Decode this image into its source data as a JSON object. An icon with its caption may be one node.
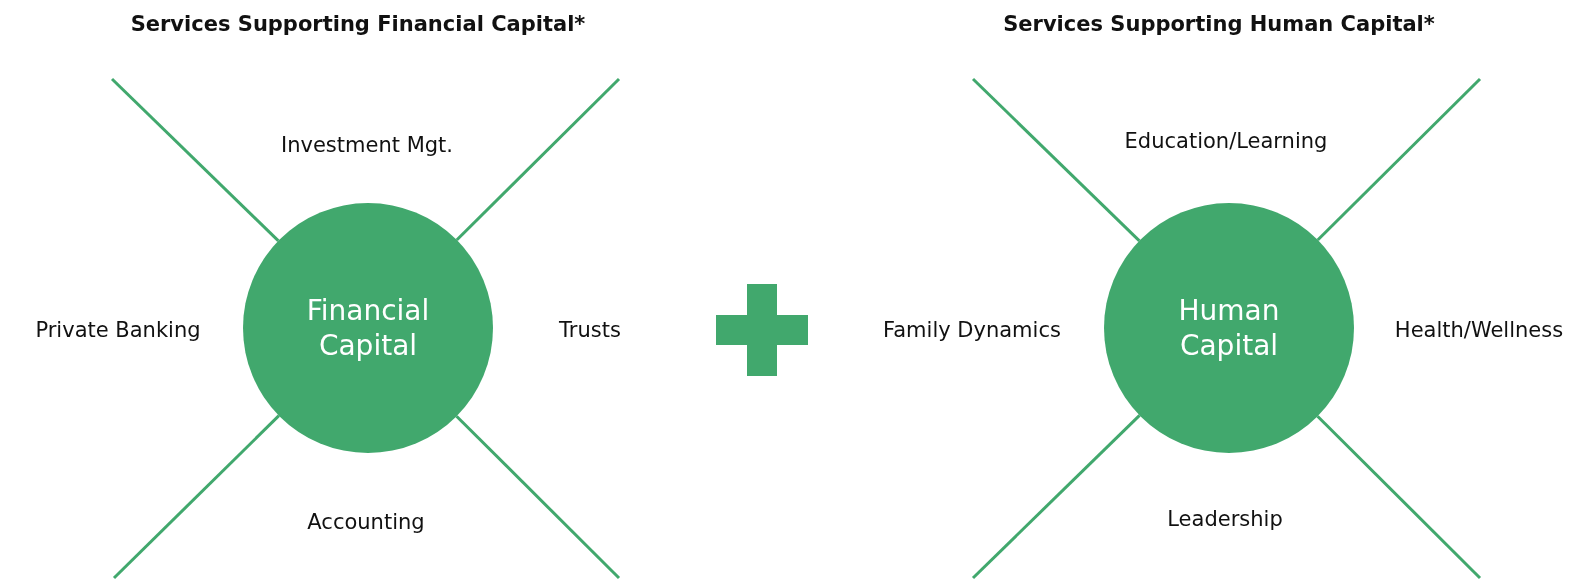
{
  "diagram": {
    "nodes": [
      {
        "text": [
          "Financial Capital"
        ]
      },
      {
        "text": [
          "Human Capital"
        ]
      }
    ],
    "edges": [
      {
        "from": 0,
        "to": null,
        "arrow": "none"
      },
      {
        "from": 0,
        "to": null,
        "arrow": "none"
      },
      {
        "from": 0,
        "to": null,
        "arrow": "none"
      },
      {
        "from": 0,
        "to": null,
        "arrow": "none"
      },
      {
        "from": 1,
        "to": null,
        "arrow": "none"
      },
      {
        "from": 1,
        "to": null,
        "arrow": "none"
      },
      {
        "from": 1,
        "to": null,
        "arrow": "none"
      },
      {
        "from": 1,
        "to": null,
        "arrow": "none"
      }
    ],
    "labels": [
      "Services Supporting Financial Capital*",
      "Services Supporting Human Capital*",
      "Investment Mgt.",
      "Education/Learning",
      "Private Banking",
      "Trusts",
      "Family Dynamics",
      "Health/Wellness",
      "Accounting",
      "Leadership"
    ]
  }
}
